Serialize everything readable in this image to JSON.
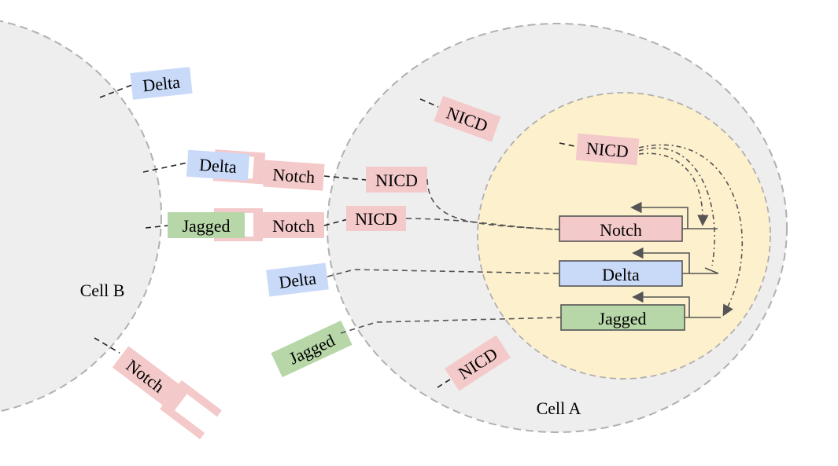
{
  "colors": {
    "cell_fill": "#eeeeee",
    "cell_border": "#b0b0b0",
    "nucleus_fill": "#fdf0cc",
    "notch_pink": "#f4c9ca",
    "delta_blue": "#c9daf8",
    "jagged_green": "#b7d7a8"
  },
  "cells": {
    "cell_b": "Cell B",
    "cell_a": "Cell A"
  },
  "cell_b_labels": {
    "delta_top": "Delta",
    "delta_bound": "Delta",
    "jagged_bound": "Jagged",
    "notch_free": "Notch"
  },
  "cell_a_labels": {
    "notch_receptor_1": "Notch",
    "notch_receptor_2": "Notch",
    "nicd_1": "NICD",
    "nicd_2": "NICD",
    "nicd_cyto_top": "NICD",
    "nicd_cyto_bottom": "NICD",
    "nicd_nucleus": "NICD",
    "delta_membrane": "Delta",
    "jagged_membrane": "Jagged"
  },
  "genes": {
    "notch": "Notch",
    "delta": "Delta",
    "jagged": "Jagged"
  }
}
